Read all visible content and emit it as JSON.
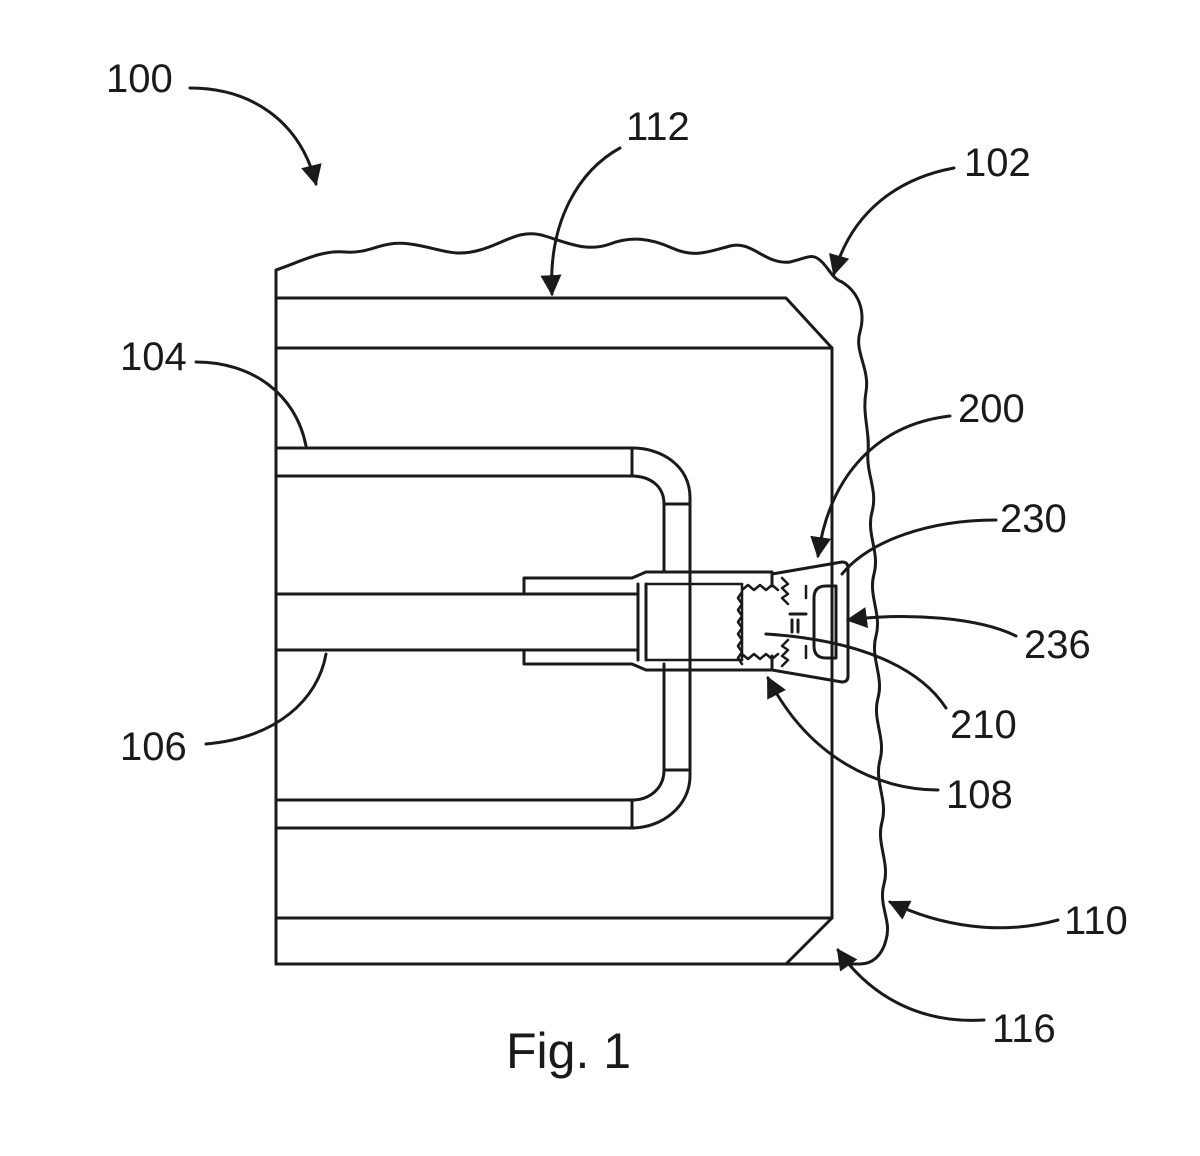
{
  "figure": {
    "caption": "Fig. 1",
    "reference_numerals": {
      "r100": "100",
      "r102": "102",
      "r104": "104",
      "r106": "106",
      "r108": "108",
      "r110": "110",
      "r112": "112",
      "r116": "116",
      "r200": "200",
      "r210": "210",
      "r230": "230",
      "r236": "236"
    }
  }
}
